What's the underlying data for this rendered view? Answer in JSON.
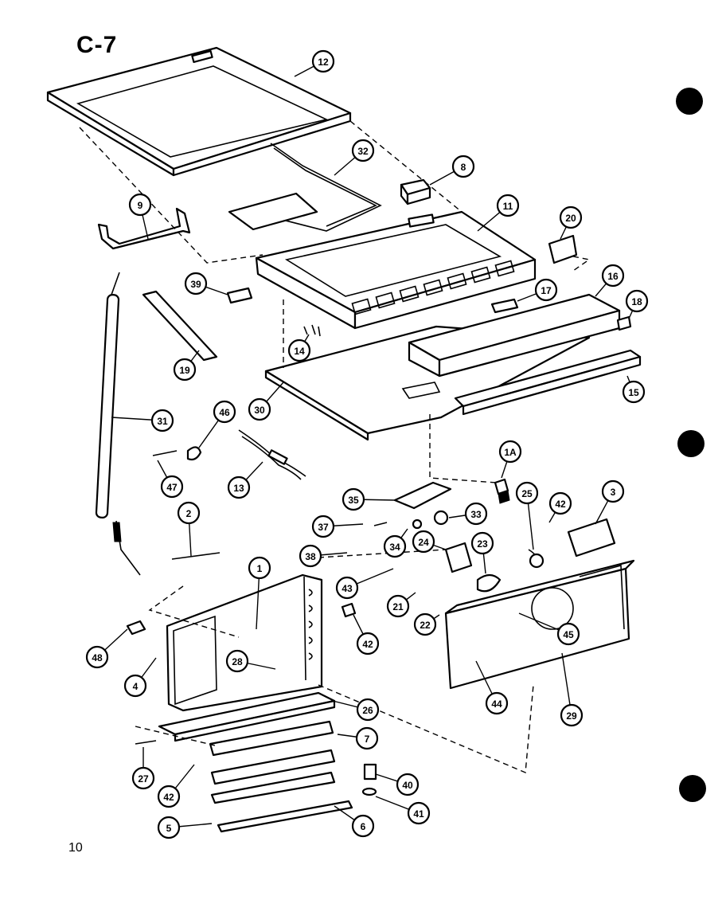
{
  "page_label": "C-7",
  "page_number": "10",
  "callouts": [
    {
      "label": "12"
    },
    {
      "label": "32"
    },
    {
      "label": "8"
    },
    {
      "label": "9"
    },
    {
      "label": "11"
    },
    {
      "label": "20"
    },
    {
      "label": "39"
    },
    {
      "label": "16"
    },
    {
      "label": "17"
    },
    {
      "label": "18"
    },
    {
      "label": "14"
    },
    {
      "label": "19"
    },
    {
      "label": "30"
    },
    {
      "label": "15"
    },
    {
      "label": "31"
    },
    {
      "label": "46"
    },
    {
      "label": "47"
    },
    {
      "label": "13"
    },
    {
      "label": "1A"
    },
    {
      "label": "2"
    },
    {
      "label": "35"
    },
    {
      "label": "25"
    },
    {
      "label": "42"
    },
    {
      "label": "3"
    },
    {
      "label": "33"
    },
    {
      "label": "37"
    },
    {
      "label": "34"
    },
    {
      "label": "24"
    },
    {
      "label": "23"
    },
    {
      "label": "1"
    },
    {
      "label": "38"
    },
    {
      "label": "43"
    },
    {
      "label": "21"
    },
    {
      "label": "22"
    },
    {
      "label": "45"
    },
    {
      "label": "48"
    },
    {
      "label": "4"
    },
    {
      "label": "28"
    },
    {
      "label": "42"
    },
    {
      "label": "44"
    },
    {
      "label": "29"
    },
    {
      "label": "26"
    },
    {
      "label": "7"
    },
    {
      "label": "27"
    },
    {
      "label": "42"
    },
    {
      "label": "40"
    },
    {
      "label": "41"
    },
    {
      "label": "5"
    },
    {
      "label": "6"
    }
  ]
}
